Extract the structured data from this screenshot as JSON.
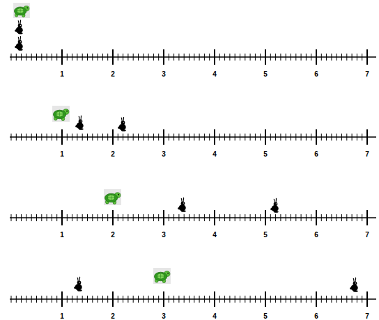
{
  "diagram": {
    "labels": [
      "1",
      "2",
      "3",
      "4",
      "5",
      "6",
      "7",
      "1",
      "2",
      "3",
      "4",
      "5",
      "6",
      "7",
      "1",
      "2",
      "3",
      "4",
      "5",
      "6",
      "7",
      "1",
      "2",
      "3",
      "4",
      "5",
      "6",
      "7"
    ]
  }
}
